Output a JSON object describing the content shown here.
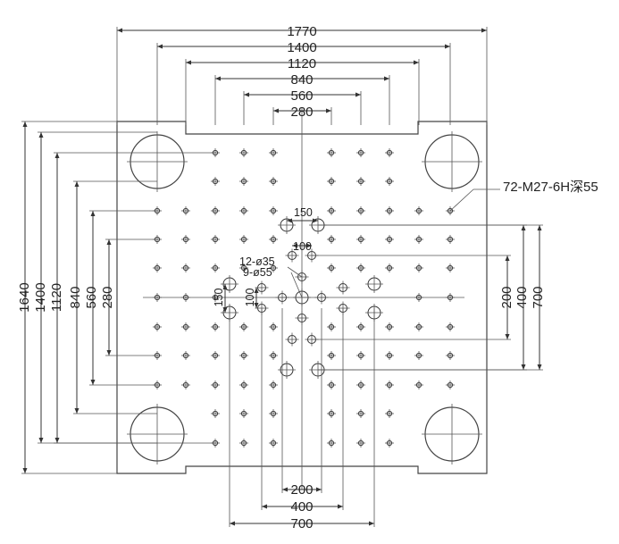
{
  "top_dims": [
    "1770",
    "1400",
    "1120",
    "840",
    "560",
    "280"
  ],
  "left_dims": [
    "1640",
    "1400",
    "1120",
    "840",
    "560",
    "280"
  ],
  "bottom_dims": [
    "200",
    "400",
    "700"
  ],
  "right_dims": [
    "200",
    "400",
    "700"
  ],
  "tapped_hole_note": "72-M27-6H深55",
  "hole_notes": {
    "small_holes": "12-ø35",
    "large_holes": "9-ø55",
    "spacing_150_top": "150",
    "spacing_100_top": "100",
    "spacing_150_left": "150",
    "spacing_100_left": "100"
  }
}
